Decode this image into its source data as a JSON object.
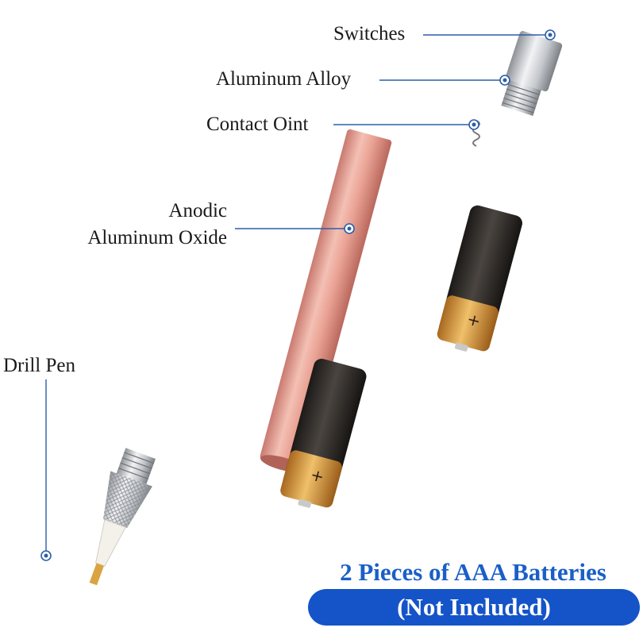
{
  "labels": {
    "switches": "Switches",
    "aluminum_alloy": "Aluminum Alloy",
    "contact_point": "Contact Oint",
    "anodic_line1": "Anodic",
    "anodic_line2": "Aluminum Oxide",
    "drill_pen": "Drill Pen"
  },
  "banner": {
    "headline": "2 Pieces of AAA Batteries",
    "note": "(Not Included)"
  },
  "colors": {
    "leader_line": "#2b5ea8",
    "headline_text": "#1a5fc8",
    "pill_background": "#1454c8",
    "tube": "#e8a89c",
    "battery_body": "#2e2a26",
    "battery_band": "#d99a3a"
  }
}
